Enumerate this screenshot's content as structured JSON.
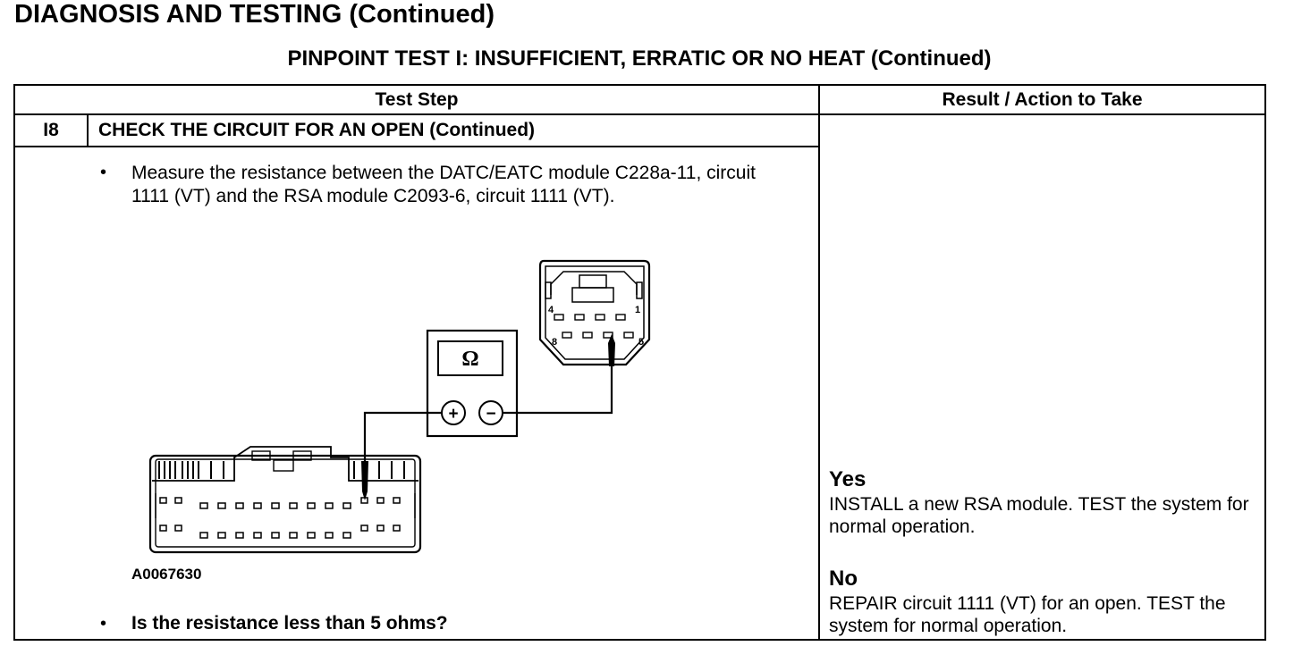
{
  "page_heading": "DIAGNOSIS AND TESTING (Continued)",
  "test_title": "PINPOINT TEST I: INSUFFICIENT, ERRATIC OR NO HEAT (Continued)",
  "table": {
    "headers": {
      "test_step": "Test Step",
      "result_action": "Result / Action to Take"
    },
    "step": {
      "id": "I8",
      "title": "CHECK THE CIRCUIT FOR AN OPEN (Continued)",
      "bullet_symbol": "•",
      "instruction": "Measure the resistance between the DATC/EATC module C228a-11, circuit 1111 (VT) and the RSA module C2093-6, circuit 1111 (VT).",
      "figure": {
        "id": "A0067630",
        "meter_symbol": "Ω",
        "plus_symbol": "+",
        "minus_symbol": "−",
        "pin_label_4": "4",
        "pin_label_1": "1",
        "pin_label_8": "8",
        "pin_label_5": "5"
      },
      "question": "Is the resistance less than 5 ohms?"
    },
    "results": {
      "yes_label": "Yes",
      "yes_action": "INSTALL a new RSA module. TEST the system for normal operation.",
      "no_label": "No",
      "no_action": "REPAIR circuit 1111 (VT) for an open. TEST the system for normal operation."
    }
  }
}
